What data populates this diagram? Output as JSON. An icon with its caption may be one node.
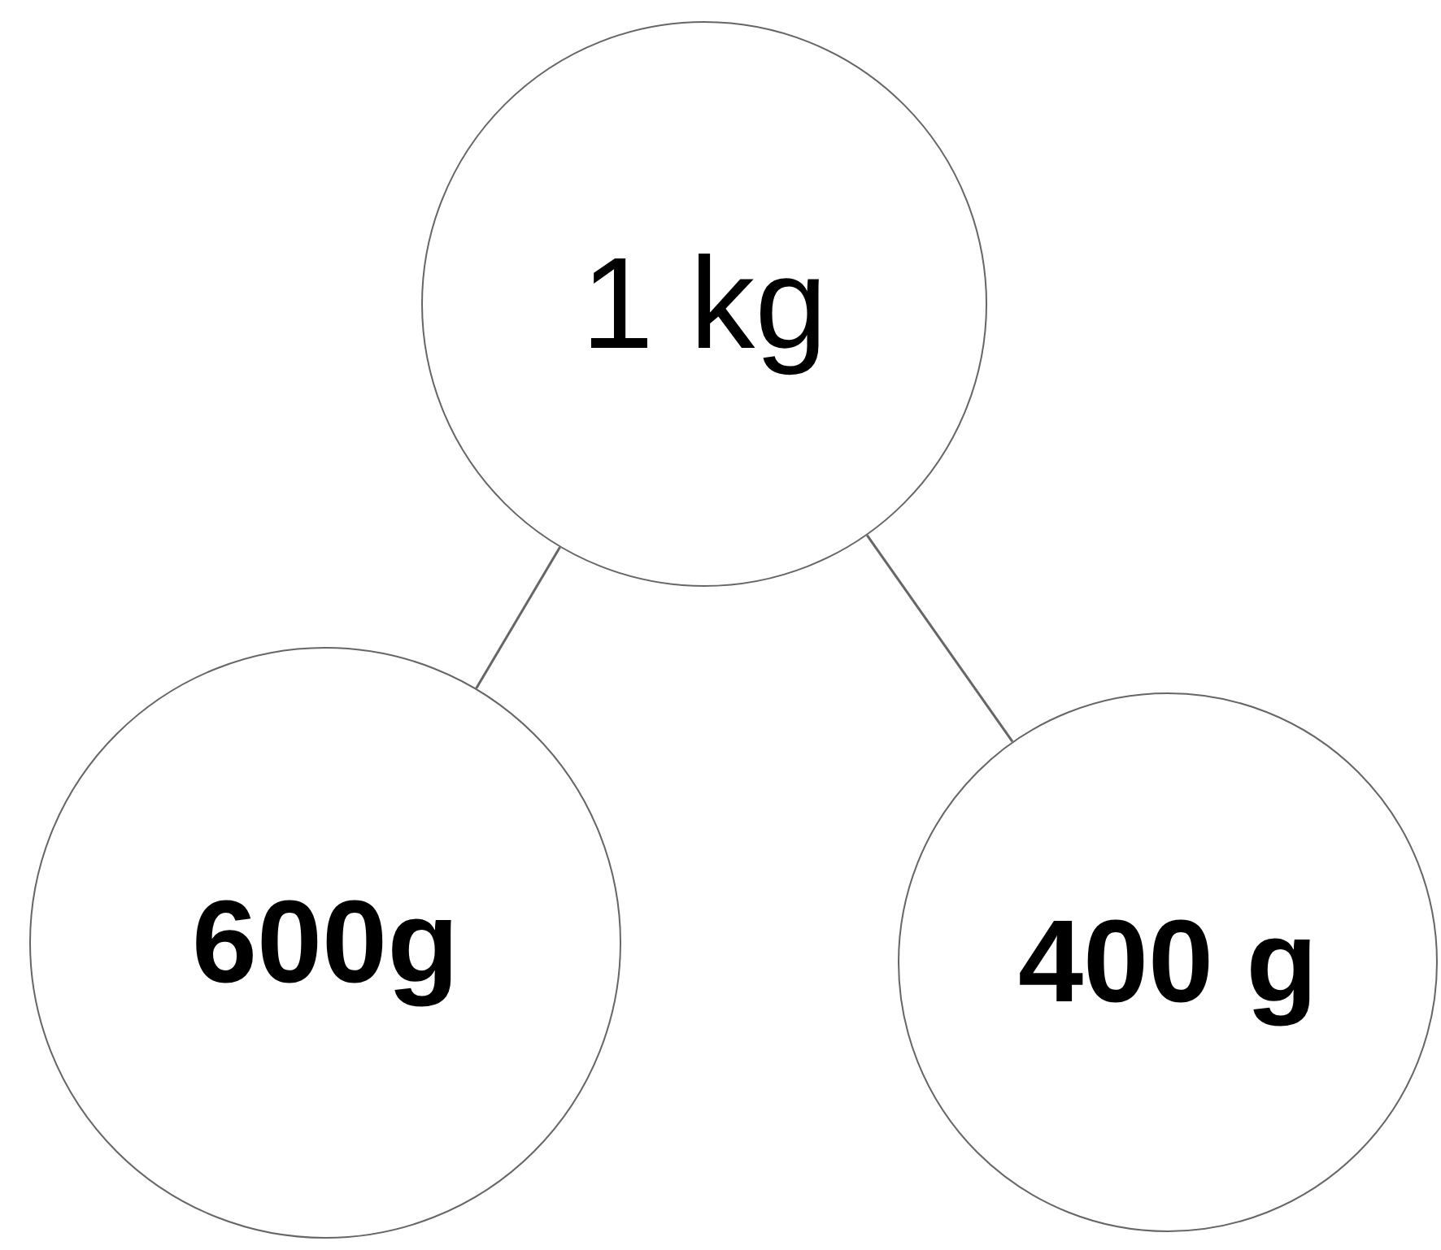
{
  "diagram": {
    "nodes": [
      {
        "text": [
          "1 kg"
        ]
      },
      {
        "text": [
          "600g"
        ]
      },
      {
        "text": [
          "400 g"
        ]
      }
    ],
    "edges": [
      {
        "from": 0,
        "to": 1,
        "arrow": "none"
      },
      {
        "from": 0,
        "to": 2,
        "arrow": "none"
      }
    ]
  }
}
